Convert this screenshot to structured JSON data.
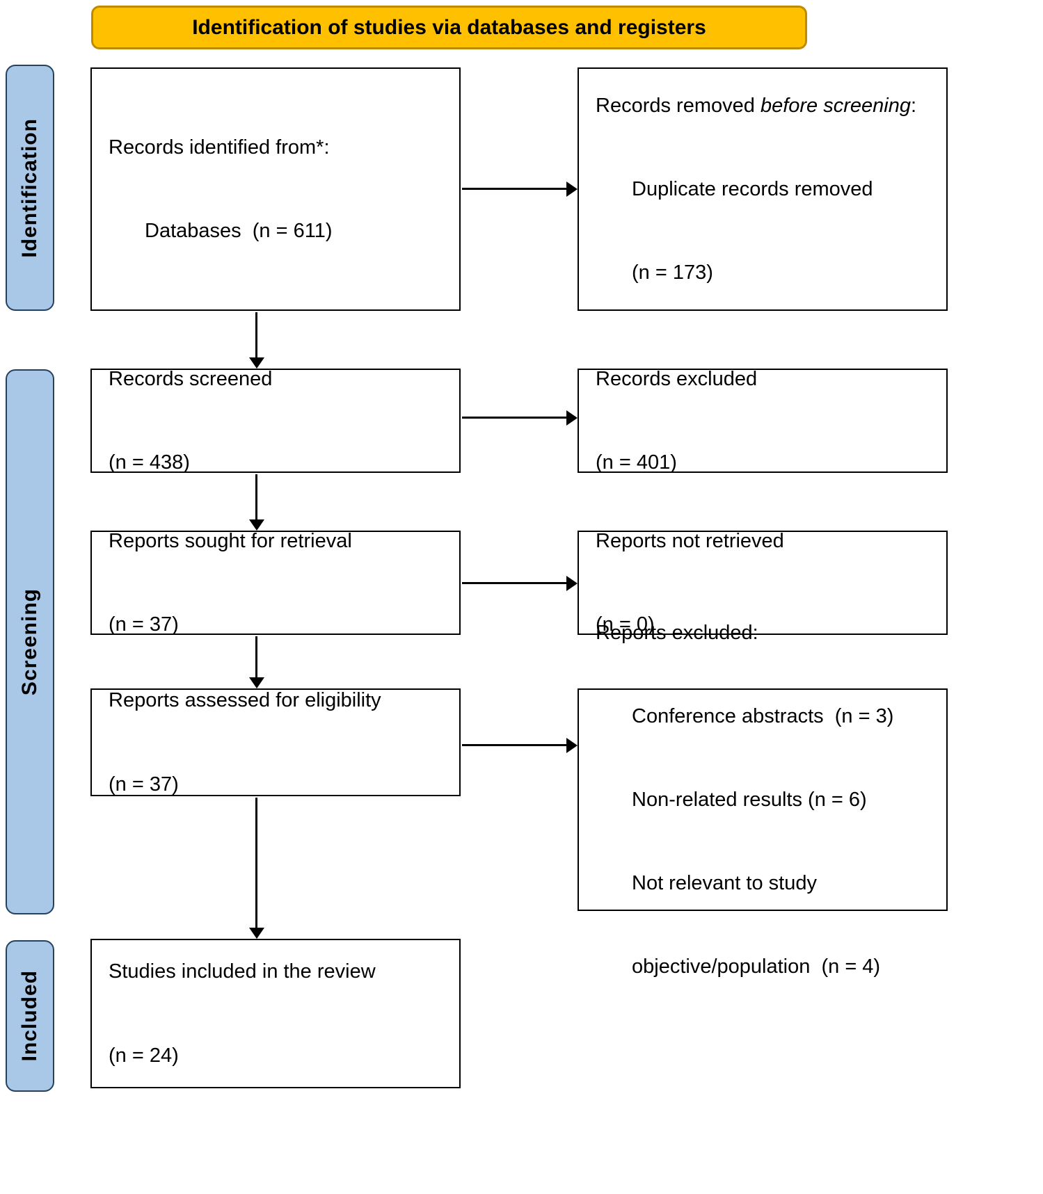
{
  "header": {
    "title": "Identification of studies via databases and registers"
  },
  "sidebar": {
    "identification": "Identification",
    "screening": "Screening",
    "included": "Included"
  },
  "flow": {
    "identified": {
      "line1": "Records identified from*:",
      "line2": "Databases  (n = 611)"
    },
    "screened": {
      "line1": "Records screened",
      "line2": "(n = 438)"
    },
    "sought": {
      "line1": "Reports sought for retrieval",
      "line2": "(n = 37)"
    },
    "assessed": {
      "line1": "Reports assessed for eligibility",
      "line2": "(n = 37)"
    },
    "included": {
      "line1": "Studies included in the review",
      "line2": "(n = 24)"
    }
  },
  "exclusions": {
    "removed_before_screening": {
      "prefix": "Records removed ",
      "italic": "before screening",
      "suffix": ":",
      "details": [
        "Duplicate records removed",
        "(n = 173)"
      ]
    },
    "records_excluded": {
      "line1": "Records excluded",
      "line2": "(n = 401)"
    },
    "not_retrieved": {
      "line1": "Reports not retrieved",
      "line2": "(n = 0)"
    },
    "reports_excluded": {
      "title": "Reports excluded:",
      "items": [
        "Conference abstracts  (n = 3)",
        "Non-related results (n = 6)",
        "Not relevant to study",
        "objective/population  (n = 4)"
      ]
    }
  },
  "colors": {
    "header_fill": "#FFC000",
    "header_border": "#BC8C00",
    "sidebar_fill": "#A9C7E6",
    "sidebar_border": "#24425F",
    "box_border": "#000000",
    "arrow_color": "#000000"
  }
}
